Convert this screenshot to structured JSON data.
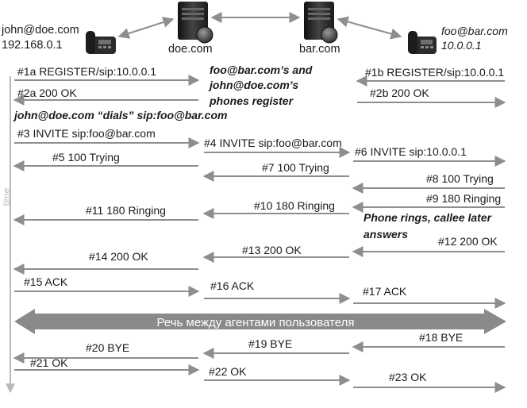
{
  "colors": {
    "arrow": "#8e8e8e",
    "band": "#8a8a8a",
    "timeline": "#b8b8b8",
    "server": "#2a2a2a"
  },
  "endpoints": {
    "left_line1": "john@doe.com",
    "left_line2": "192.168.0.1",
    "doe": "doe.com",
    "bar": "bar.com",
    "right_line1": "foo@bar.com",
    "right_line2": "10.0.0.1"
  },
  "icons": {
    "left_phone": "desk-phone-icon",
    "doe_server": "server-globe-icon",
    "bar_server": "server-globe-icon",
    "right_phone": "desk-phone-icon"
  },
  "time_label": "time",
  "notes": {
    "register_line1": "foo@bar.com’s and",
    "register_line2": "john@doe.com’s",
    "register_line3": "phones register",
    "dials": "john@doe.com “dials” sip:foo@bar.com",
    "rings_line1": "Phone rings, callee later",
    "rings_line2": "answers"
  },
  "band_text": "Речь между агентами пользователя",
  "messages": [
    "#1a REGISTER/sip:10.0.0.1",
    "#2a 200 OK",
    "#1b REGISTER/sip:10.0.0.1",
    "#2b 200 OK",
    "#3 INVITE sip:foo@bar.com",
    "#4 INVITE sip:foo@bar.com",
    "#5 100 Trying",
    "#6 INVITE sip:10.0.0.1",
    "#7 100 Trying",
    "#8 100 Trying",
    "#9 180 Ringing",
    "#10 180 Ringing",
    "#11 180 Ringing",
    "#12 200 OK",
    "#13 200 OK",
    "#14 200 OK",
    "#15 ACK",
    "#16 ACK",
    "#17 ACK",
    "#18 BYE",
    "#19 BYE",
    "#20 BYE",
    "#21 OK",
    "#22 OK",
    "#23 OK"
  ]
}
